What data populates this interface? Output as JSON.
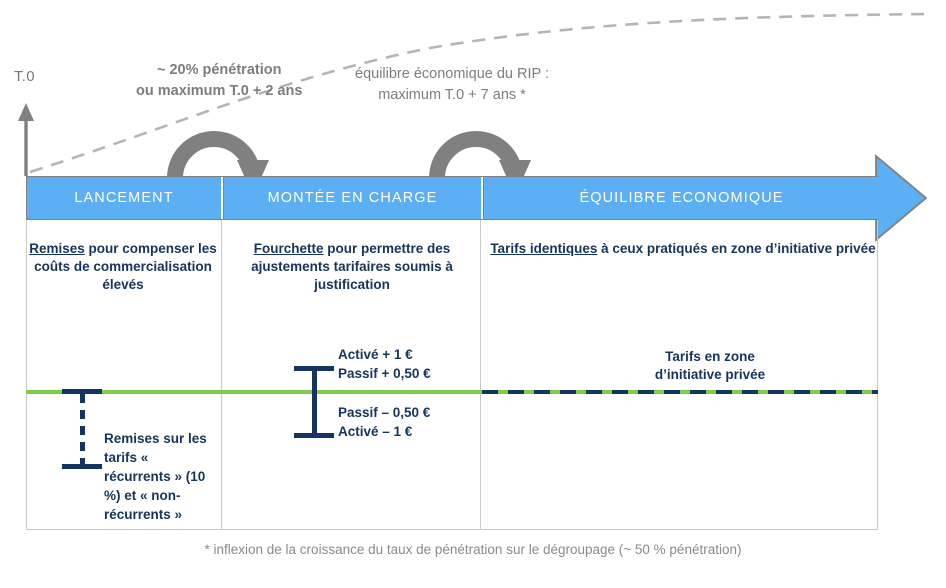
{
  "axis": {
    "label": "T.0"
  },
  "callouts": [
    {
      "id": "callout-1",
      "line1": "~ 20% pénétration",
      "line2": "ou maximum  T.0 + 2 ans"
    },
    {
      "id": "callout-2",
      "line1": "équilibre économique du RIP :",
      "line2": "maximum  T.0 + 7 ans *"
    }
  ],
  "phases": [
    {
      "label": "LANCEMENT"
    },
    {
      "label": "MONTÉE EN CHARGE"
    },
    {
      "label": "ÉQUILIBRE ECONOMIQUE"
    }
  ],
  "columns": {
    "launch": {
      "headline_underlined": "Remises",
      "headline_rest": " pour compenser les coûts de commercialisation élevés",
      "bracket_label": "Remises sur les tarifs « récurrents » (10 %) et « non-récurrents »"
    },
    "ramp_up": {
      "headline_underlined": "Fourchette",
      "headline_rest": " pour permettre des ajustements tarifaires soumis à justification",
      "price_above_line1": "Activé + 1 €",
      "price_above_line2": "Passif + 0,50 €",
      "price_below_line1": "Passif – 0,50 €",
      "price_below_line2": "Activé – 1 €"
    },
    "equilibrium": {
      "headline_underlined": "Tarifs identiques",
      "headline_rest": " à ceux pratiqués en zone d’initiative privée",
      "baseline_label_line1": "Tarifs en zone",
      "baseline_label_line2": "d’initiative privée"
    }
  },
  "footnote": {
    "text": "* inflexion de la croissance du taux de pénétration sur le dégroupage (~ 50 % pénétration)"
  },
  "icons": {
    "growth_curve": "dashed-growth-curve-icon",
    "axis_arrow": "up-arrow-icon",
    "uturn_arrow_1": "uturn-arrow-icon",
    "uturn_arrow_2": "uturn-arrow-icon",
    "band_arrowhead": "right-arrow-head-icon"
  },
  "colors": {
    "phase_blue": "#5BAFF2",
    "navy": "#15345E",
    "green_baseline": "#82CC4B",
    "gray_annotation": "#7d7d7d",
    "border_gray": "#808080"
  }
}
